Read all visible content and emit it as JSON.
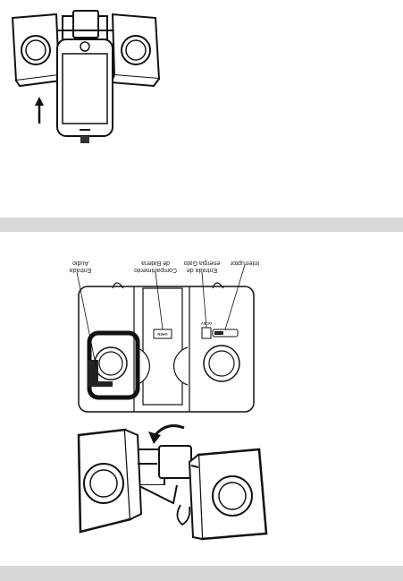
{
  "labels": {
    "interruptor": "Interruptor",
    "entrada_gato_1": "Entrada de",
    "entrada_gato_2": "energia Gato",
    "compartimento_1": "Compartimento",
    "compartimento_2": "de Bateria",
    "entrada_audio_1": "Entrada",
    "entrada_audio_2": "Audio",
    "open_mark": "OPEN",
    "dc_mark": "DC 6V"
  }
}
